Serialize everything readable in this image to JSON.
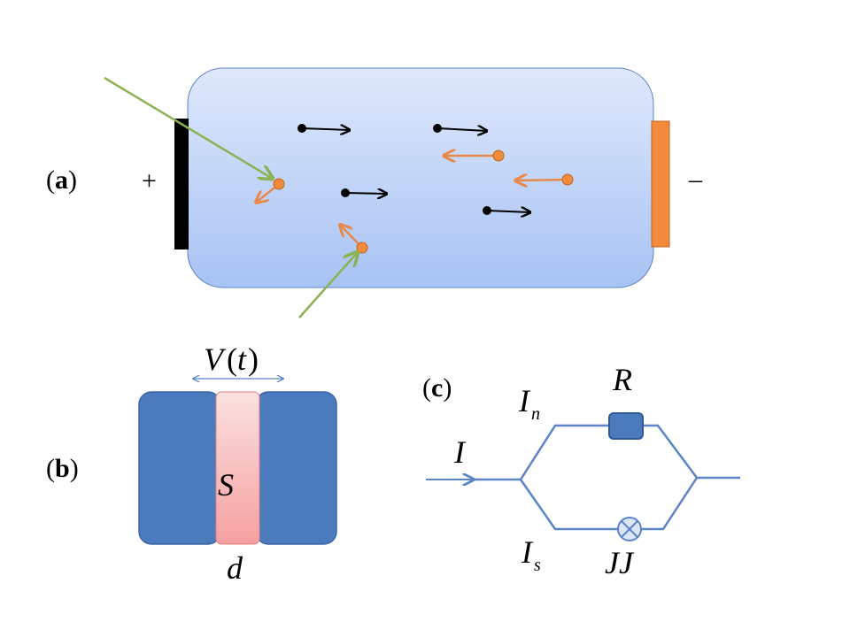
{
  "panel_a": {
    "label_open": "(",
    "label_letter": "a",
    "label_close": ")",
    "plus": "+",
    "minus": "–",
    "colors": {
      "body_top": "#dfe8fb",
      "body_bottom": "#a7c3f4",
      "body_stroke": "#5b85c6",
      "anode": "#000000",
      "cathode": "#f28a3c",
      "electron": "#000000",
      "hole": "#e8884a",
      "photon": "#8db253"
    }
  },
  "panel_b": {
    "label_open": "(",
    "label_letter": "b",
    "label_close": ")",
    "voltage": "V",
    "voltage_open": "(",
    "voltage_arg": "t",
    "voltage_close": ")",
    "barrier": "S",
    "thickness": "d",
    "colors": {
      "electrode": "#4c7bbd",
      "barrier_top": "#fbe1e1",
      "barrier_bottom": "#f6a0a0"
    }
  },
  "panel_c": {
    "label_open": "(",
    "label_letter": "c",
    "label_close": ")",
    "current_total": "I",
    "current_normal": "I",
    "current_normal_sub": "n",
    "current_super": "I",
    "current_super_sub": "s",
    "resistor": "R",
    "junction": "JJ",
    "colors": {
      "wire": "#5b85c6",
      "resistor": "#4c7bbd",
      "junction": "#dce6f7"
    }
  }
}
